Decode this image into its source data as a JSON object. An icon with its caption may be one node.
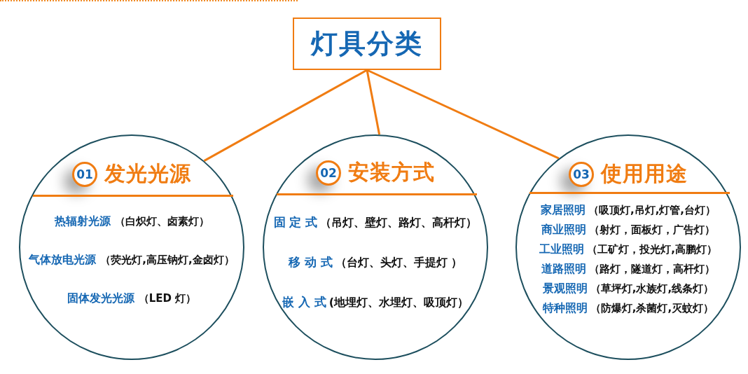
{
  "diagram": {
    "nodes": [
      {
        "text": [
          "灯具分类"
        ]
      },
      {
        "text": [
          "01",
          "发光光源",
          "热辐射光源",
          "（白炽灯、卤素灯）",
          "气体放电光源",
          "（荧光灯,高压钠灯,金卤灯）",
          "固体发光光源",
          "（LED 灯）"
        ]
      },
      {
        "text": [
          "02",
          "安装方式",
          "固 定 式",
          "（吊灯、壁灯、路灯、高杆灯）",
          "移 动 式",
          "（台灯、头灯、手提灯 ）",
          "嵌 入 式",
          "(地埋灯、水埋灯、吸顶灯）"
        ]
      },
      {
        "text": [
          "03",
          "使用用途",
          "家居照明",
          "（吸顶灯,吊灯,灯管,台灯）",
          "商业照明",
          "（射灯，面板灯，广告灯）",
          "工业照明",
          "（工矿灯，投光灯,高鹏灯）",
          "道路照明",
          "（路灯，隧道灯，高杆灯）",
          "景观照明",
          "（草坪灯,水族灯,线条灯）",
          "特种照明",
          "（防爆灯,杀菌灯,灭蚊灯）"
        ]
      }
    ],
    "edges": [
      {
        "from": 0,
        "to": 1,
        "arrow": "none"
      },
      {
        "from": 0,
        "to": 2,
        "arrow": "none"
      },
      {
        "from": 0,
        "to": 3,
        "arrow": "none"
      }
    ]
  }
}
